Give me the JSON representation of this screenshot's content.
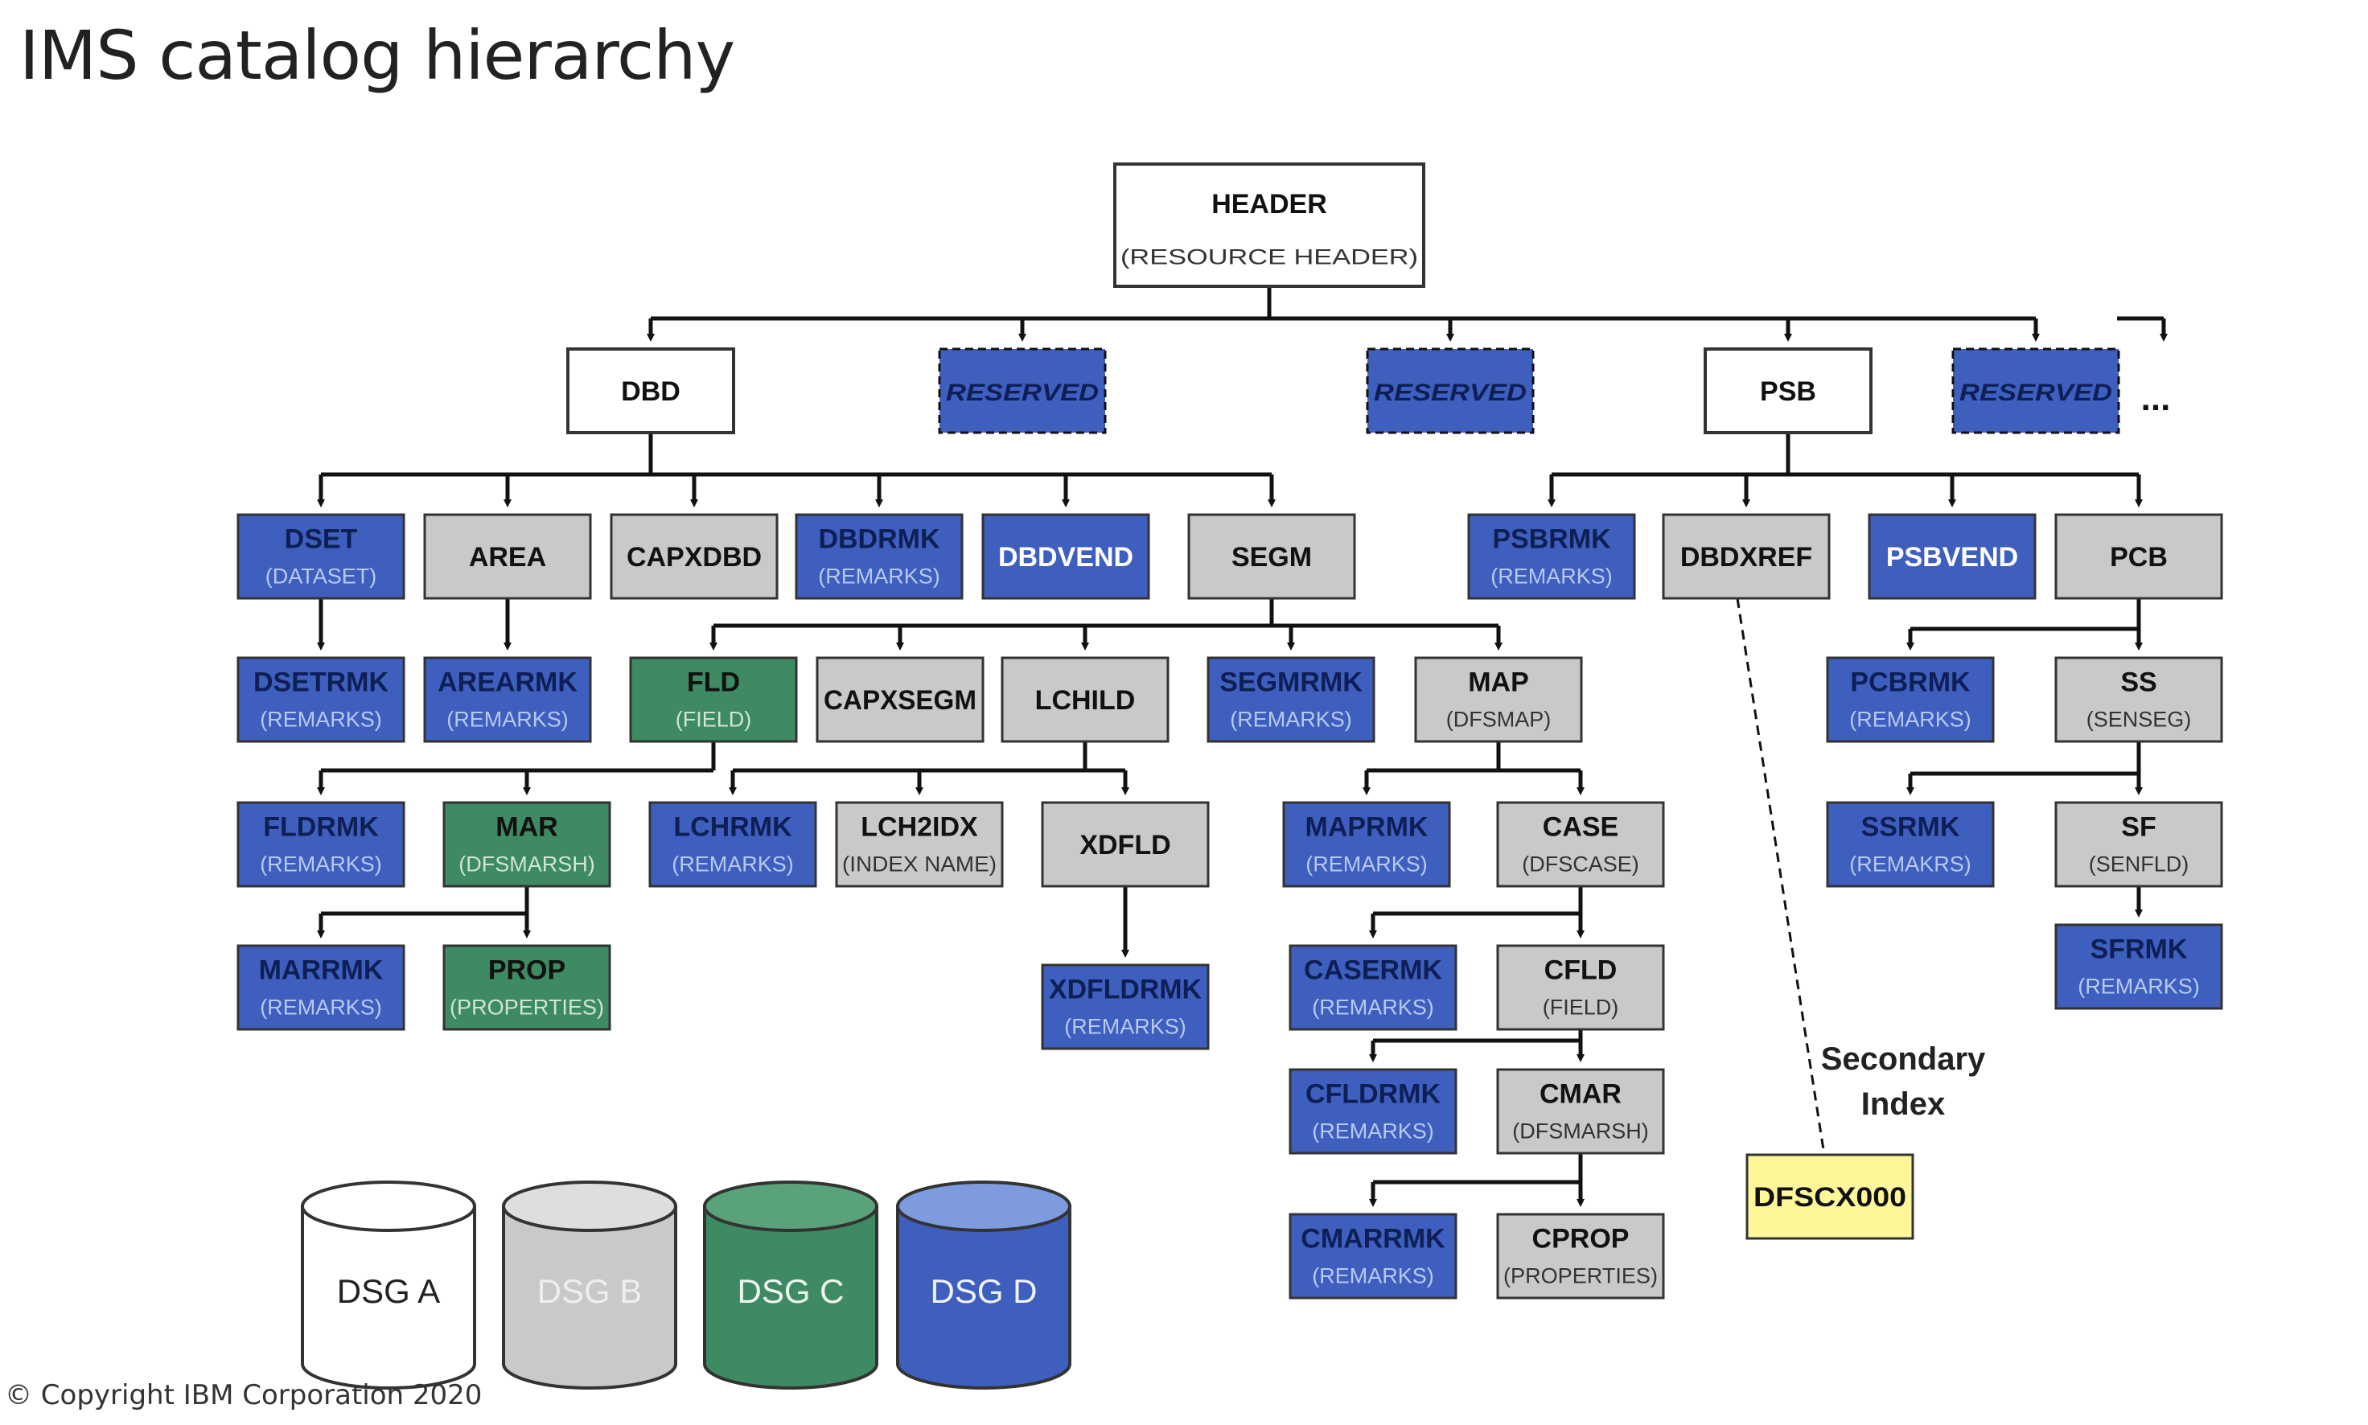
{
  "title": "IMS catalog hierarchy",
  "copyright": "© Copyright IBM Corporation 2020",
  "colors": {
    "white": "#ffffff",
    "grey": "#c9c9c9",
    "green": "#3e8a62",
    "blue": "#3f5fbf",
    "yellow": "#fdf79a",
    "line": "#111111"
  },
  "nodes": {
    "header": {
      "label": "HEADER",
      "sub": "(RESOURCE HEADER)"
    },
    "dbd": {
      "label": "DBD",
      "sub": ""
    },
    "reserved1": {
      "label": "RESERVED",
      "sub": ""
    },
    "reserved2": {
      "label": "RESERVED",
      "sub": ""
    },
    "psb": {
      "label": "PSB",
      "sub": ""
    },
    "reserved3": {
      "label": "RESERVED",
      "sub": ""
    },
    "more": {
      "label": "...",
      "sub": ""
    },
    "dset": {
      "label": "DSET",
      "sub": "(DATASET)"
    },
    "area": {
      "label": "AREA",
      "sub": ""
    },
    "capxdbd": {
      "label": "CAPXDBD",
      "sub": ""
    },
    "dbdrmk": {
      "label": "DBDRMK",
      "sub": "(REMARKS)"
    },
    "dbdvend": {
      "label": "DBDVEND",
      "sub": ""
    },
    "segm": {
      "label": "SEGM",
      "sub": ""
    },
    "psbrmk": {
      "label": "PSBRMK",
      "sub": "(REMARKS)"
    },
    "dbdxref": {
      "label": "DBDXREF",
      "sub": ""
    },
    "psbvend": {
      "label": "PSBVEND",
      "sub": ""
    },
    "pcb": {
      "label": "PCB",
      "sub": ""
    },
    "dsetrmk": {
      "label": "DSETRMK",
      "sub": "(REMARKS)"
    },
    "arearmk": {
      "label": "AREARMK",
      "sub": "(REMARKS)"
    },
    "fld": {
      "label": "FLD",
      "sub": "(FIELD)"
    },
    "capxsegm": {
      "label": "CAPXSEGM",
      "sub": ""
    },
    "lchild": {
      "label": "LCHILD",
      "sub": ""
    },
    "segmrmk": {
      "label": "SEGMRMK",
      "sub": "(REMARKS)"
    },
    "map": {
      "label": "MAP",
      "sub": "(DFSMAP)"
    },
    "pcbrmk": {
      "label": "PCBRMK",
      "sub": "(REMARKS)"
    },
    "ss": {
      "label": "SS",
      "sub": "(SENSEG)"
    },
    "fldrmk": {
      "label": "FLDRMK",
      "sub": "(REMARKS)"
    },
    "mar": {
      "label": "MAR",
      "sub": "(DFSMARSH)"
    },
    "lchrmk": {
      "label": "LCHRMK",
      "sub": "(REMARKS)"
    },
    "lch2idx": {
      "label": "LCH2IDX",
      "sub": "(INDEX NAME)"
    },
    "xdfld": {
      "label": "XDFLD",
      "sub": ""
    },
    "maprmk": {
      "label": "MAPRMK",
      "sub": "(REMARKS)"
    },
    "case": {
      "label": "CASE",
      "sub": "(DFSCASE)"
    },
    "ssrmk": {
      "label": "SSRMK",
      "sub": "(REMAKRS)"
    },
    "sf": {
      "label": "SF",
      "sub": "(SENFLD)"
    },
    "marrmk": {
      "label": "MARRMK",
      "sub": "(REMARKS)"
    },
    "prop": {
      "label": "PROP",
      "sub": "(PROPERTIES)"
    },
    "xdfldrmk": {
      "label": "XDFLDRMK",
      "sub": "(REMARKS)"
    },
    "casermk": {
      "label": "CASERMK",
      "sub": "(REMARKS)"
    },
    "cfld": {
      "label": "CFLD",
      "sub": "(FIELD)"
    },
    "sfrmk": {
      "label": "SFRMK",
      "sub": "(REMARKS)"
    },
    "cfldrmk": {
      "label": "CFLDRMK",
      "sub": "(REMARKS)"
    },
    "cmar": {
      "label": "CMAR",
      "sub": "(DFSMARSH)"
    },
    "cmarrmk": {
      "label": "CMARRMK",
      "sub": "(REMARKS)"
    },
    "cprop": {
      "label": "CPROP",
      "sub": "(PROPERTIES)"
    },
    "dfscx000": {
      "label": "DFSCX000",
      "sub": ""
    }
  },
  "secondary_index": [
    "Secondary",
    "Index"
  ],
  "legend": [
    {
      "label": "DSG A",
      "color": "white"
    },
    {
      "label": "DSG B",
      "color": "grey"
    },
    {
      "label": "DSG C",
      "color": "green"
    },
    {
      "label": "DSG D",
      "color": "blue"
    }
  ]
}
